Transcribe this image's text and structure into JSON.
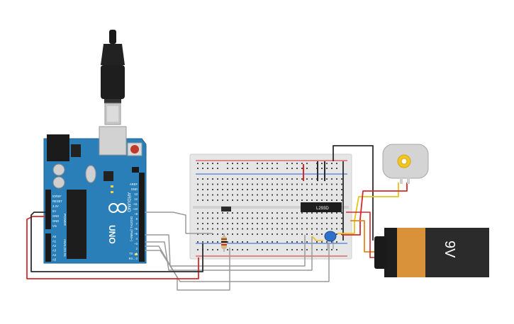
{
  "arduino": {
    "brand": "ARDUINO",
    "model": "UNO",
    "power_label": "POWER",
    "analog_label": "ANALOG IN",
    "digital_label": "DIGITAL (PWM~)",
    "power_pins": [
      "IOREF",
      "RESET",
      "3.3V",
      "5V",
      "GND",
      "GND",
      "Vin"
    ],
    "analog_pins": [
      "A0",
      "A1",
      "A2",
      "A3",
      "A4",
      "A5"
    ],
    "digital_pins": [
      "AREF",
      "GND",
      "13",
      "12",
      "~11",
      "~10",
      "~9",
      "8",
      "7",
      "~6",
      "~5",
      "4",
      "~3",
      "2",
      "TX→1",
      "RX←0"
    ]
  },
  "driver_ic": {
    "label": "L293D"
  },
  "battery": {
    "label": "9V"
  },
  "colors": {
    "arduino_board": "#2a7fb8",
    "breadboard": "#e6e6e6",
    "wire_black": "#2b2b2b",
    "wire_red": "#d62a2a",
    "wire_gray": "#9a9a9a",
    "wire_yellow": "#e8c21a",
    "wire_orange": "#e8891a",
    "battery_body": "#d9923a",
    "motor_gear": "#f2c61f"
  }
}
